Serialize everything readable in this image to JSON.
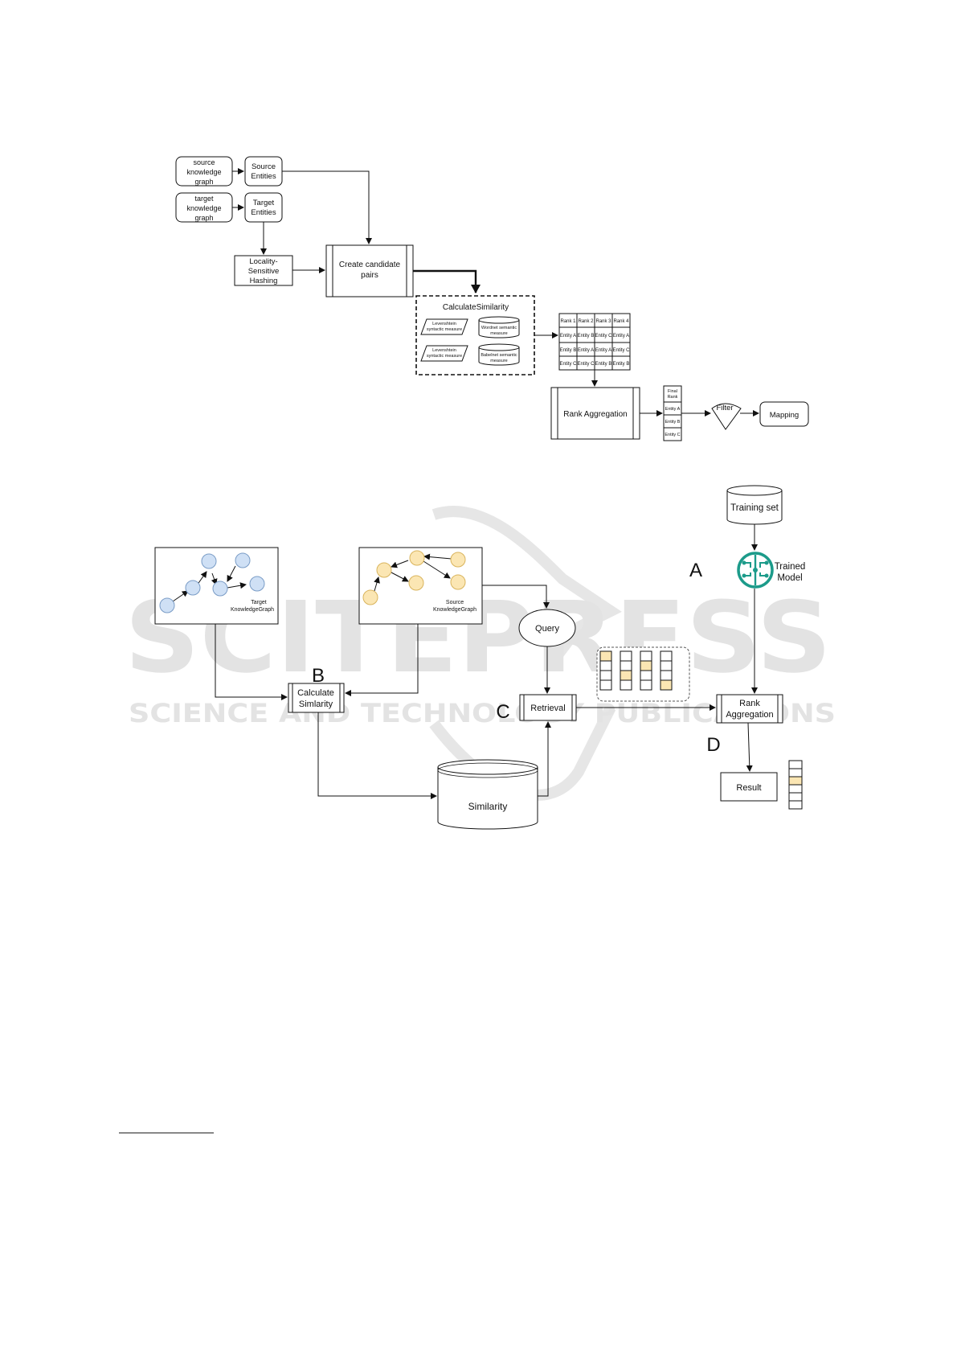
{
  "watermark": {
    "line1": "SCITEPRESS",
    "line2": "SCIENCE AND TECHNOLOGY PUBLICATIONS"
  },
  "figure1": {
    "source_kg": [
      "source",
      "knowledge",
      "graph"
    ],
    "target_kg": [
      "target",
      "knowledge",
      "graph"
    ],
    "source_entities": [
      "Source",
      "Entities"
    ],
    "target_entities": [
      "Target",
      "Entities"
    ],
    "lsh": [
      "Locality-",
      "Sensitive",
      "Hashing"
    ],
    "candidate_pairs": [
      "Create candidate",
      "pairs"
    ],
    "calc_title": "CalculateSimilarity",
    "lev1": [
      "Levenshtein",
      "syntactic measure"
    ],
    "lev2": [
      "Levenshtein",
      "syntactic measure"
    ],
    "wordnet": [
      "Wordnet semantic",
      "measure"
    ],
    "babelnet": [
      "Babelnet semantic",
      "measure"
    ],
    "rank_table": {
      "headers": [
        "Rank 1",
        "Rank 2",
        "Rank 3",
        "Rank 4"
      ],
      "rows": [
        [
          "Entity A",
          "Entity B",
          "Entity C",
          "Entity A"
        ],
        [
          "Entity B",
          "Entity A",
          "Entity A",
          "Entity C"
        ],
        [
          "Entity C",
          "Entity C",
          "Entity B",
          "Entity B"
        ]
      ]
    },
    "rank_aggregation": "Rank Aggregation",
    "final_rank": {
      "header": [
        "Final",
        "Rank"
      ],
      "rows": [
        "Entity A",
        "Entity B",
        "Entity C"
      ]
    },
    "filter": "Filter",
    "mapping": "Mapping"
  },
  "figure2": {
    "training_set": "Training set",
    "trained_model": [
      "Trained",
      "Model"
    ],
    "label_a": "A",
    "label_b": "B",
    "label_c": "C",
    "label_d": "D",
    "target_graph": [
      "Target",
      "KnowledgeGraph"
    ],
    "source_graph": [
      "Source",
      "KnowledgeGraph"
    ],
    "query": "Query",
    "calc_similarity": [
      "Calculate",
      "Simlarity"
    ],
    "retrieval": "Retrieval",
    "rank_aggregation": [
      "Rank",
      "Aggregation"
    ],
    "similarity_db": "Similarity",
    "result": "Result"
  },
  "colors": {
    "target_node": "#cfe0f5",
    "target_node_stroke": "#7a9cc6",
    "source_node": "#fbe6b3",
    "source_node_stroke": "#d9b45c",
    "model_icon": "#1c9b8a",
    "watermark": "#e3e3e3"
  }
}
